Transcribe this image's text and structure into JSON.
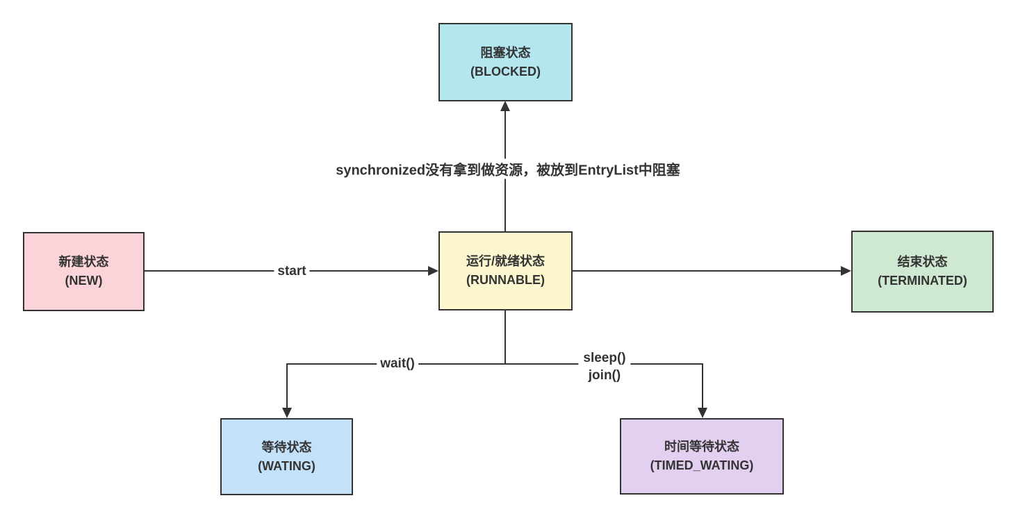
{
  "nodes": {
    "blocked": {
      "name": "阻塞状态",
      "id": "(BLOCKED)",
      "fill": "#b3e6ef"
    },
    "runnable": {
      "name": "运行/就绪状态",
      "id": "(RUNNABLE)",
      "fill": "#fcf6ce"
    },
    "new": {
      "name": "新建状态",
      "id": "(NEW)",
      "fill": "#fbd4da"
    },
    "terminated": {
      "name": "结束状态",
      "id": "(TERMINATED)",
      "fill": "#cfe8d1"
    },
    "waiting": {
      "name": "等待状态",
      "id": "(WATING)",
      "fill": "#c4e1fa"
    },
    "timed_waiting": {
      "name": "时间等待状态",
      "id": "(TIMED_WATING)",
      "fill": "#e3cff0"
    }
  },
  "edges": {
    "runnable_to_blocked": "synchronized没有拿到做资源，被放到EntryList中阻塞",
    "new_to_runnable": "start",
    "runnable_to_waiting": "wait()",
    "runnable_to_timed_sleep": "sleep()",
    "runnable_to_timed_join": "join()"
  },
  "colors": {
    "line": "#333333",
    "text": "#333333",
    "background": "#ffffff"
  }
}
